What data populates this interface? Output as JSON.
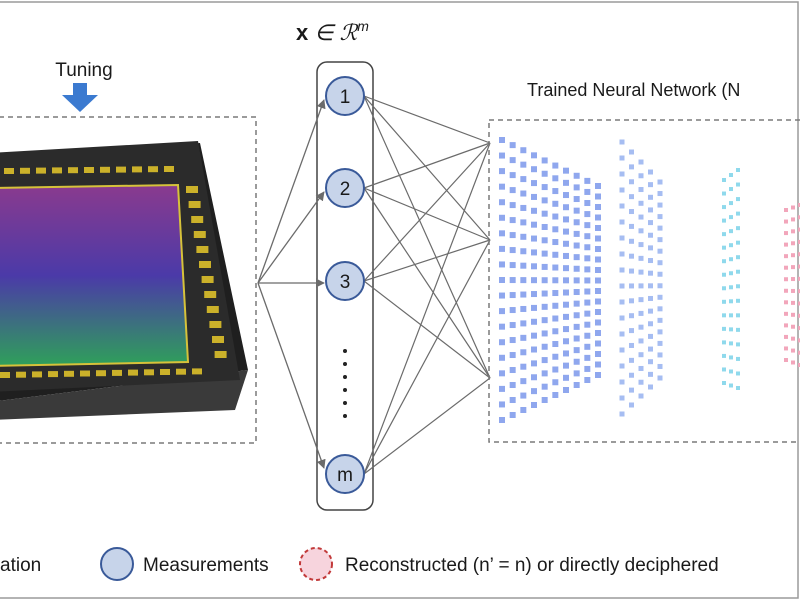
{
  "vector_label": {
    "bold": "x",
    "rest": " ∈ ℛ",
    "sup": "m"
  },
  "tuning_label": "Tuning",
  "network_title": "Trained Neural Network (N",
  "nodes": [
    "1",
    "2",
    "3",
    "m"
  ],
  "node_ellipsis": "⋮",
  "legend": [
    {
      "label": "ation",
      "icon": "rectangle-swatch"
    },
    {
      "label": "Measurements",
      "icon": "blue-circle"
    },
    {
      "label": "Reconstructed (n’ = n) or directly deciphered",
      "icon": "pink-dashed-circle"
    }
  ],
  "colors": {
    "node_fill": "#c7d4ea",
    "node_stroke": "#3a5a99",
    "tuning_arrow": "#3b7ad0",
    "layer1": "#8fa7ee",
    "layer2": "#a6bdf2",
    "layer3": "#8fd9ec",
    "layer4": "#f2a6bb",
    "chip_body": "#2b2b2b",
    "chip_pad": "#cbb12a"
  }
}
